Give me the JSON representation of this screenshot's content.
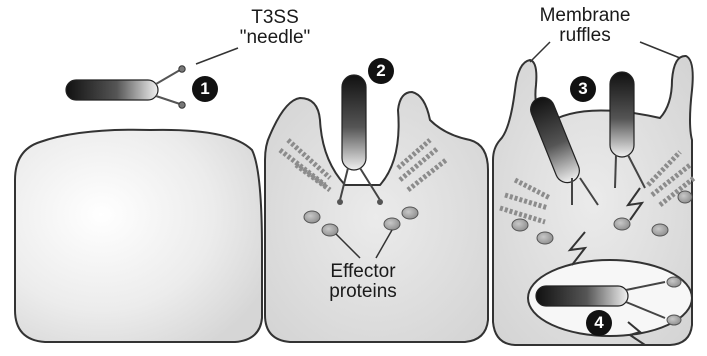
{
  "labels": {
    "t3ss_line1": "T3SS",
    "t3ss_line2": "\"needle\"",
    "membrane_line1": "Membrane",
    "membrane_line2": "ruffles",
    "effector_line1": "Effector",
    "effector_line2": "proteins"
  },
  "steps": [
    "1",
    "2",
    "3",
    "4"
  ]
}
